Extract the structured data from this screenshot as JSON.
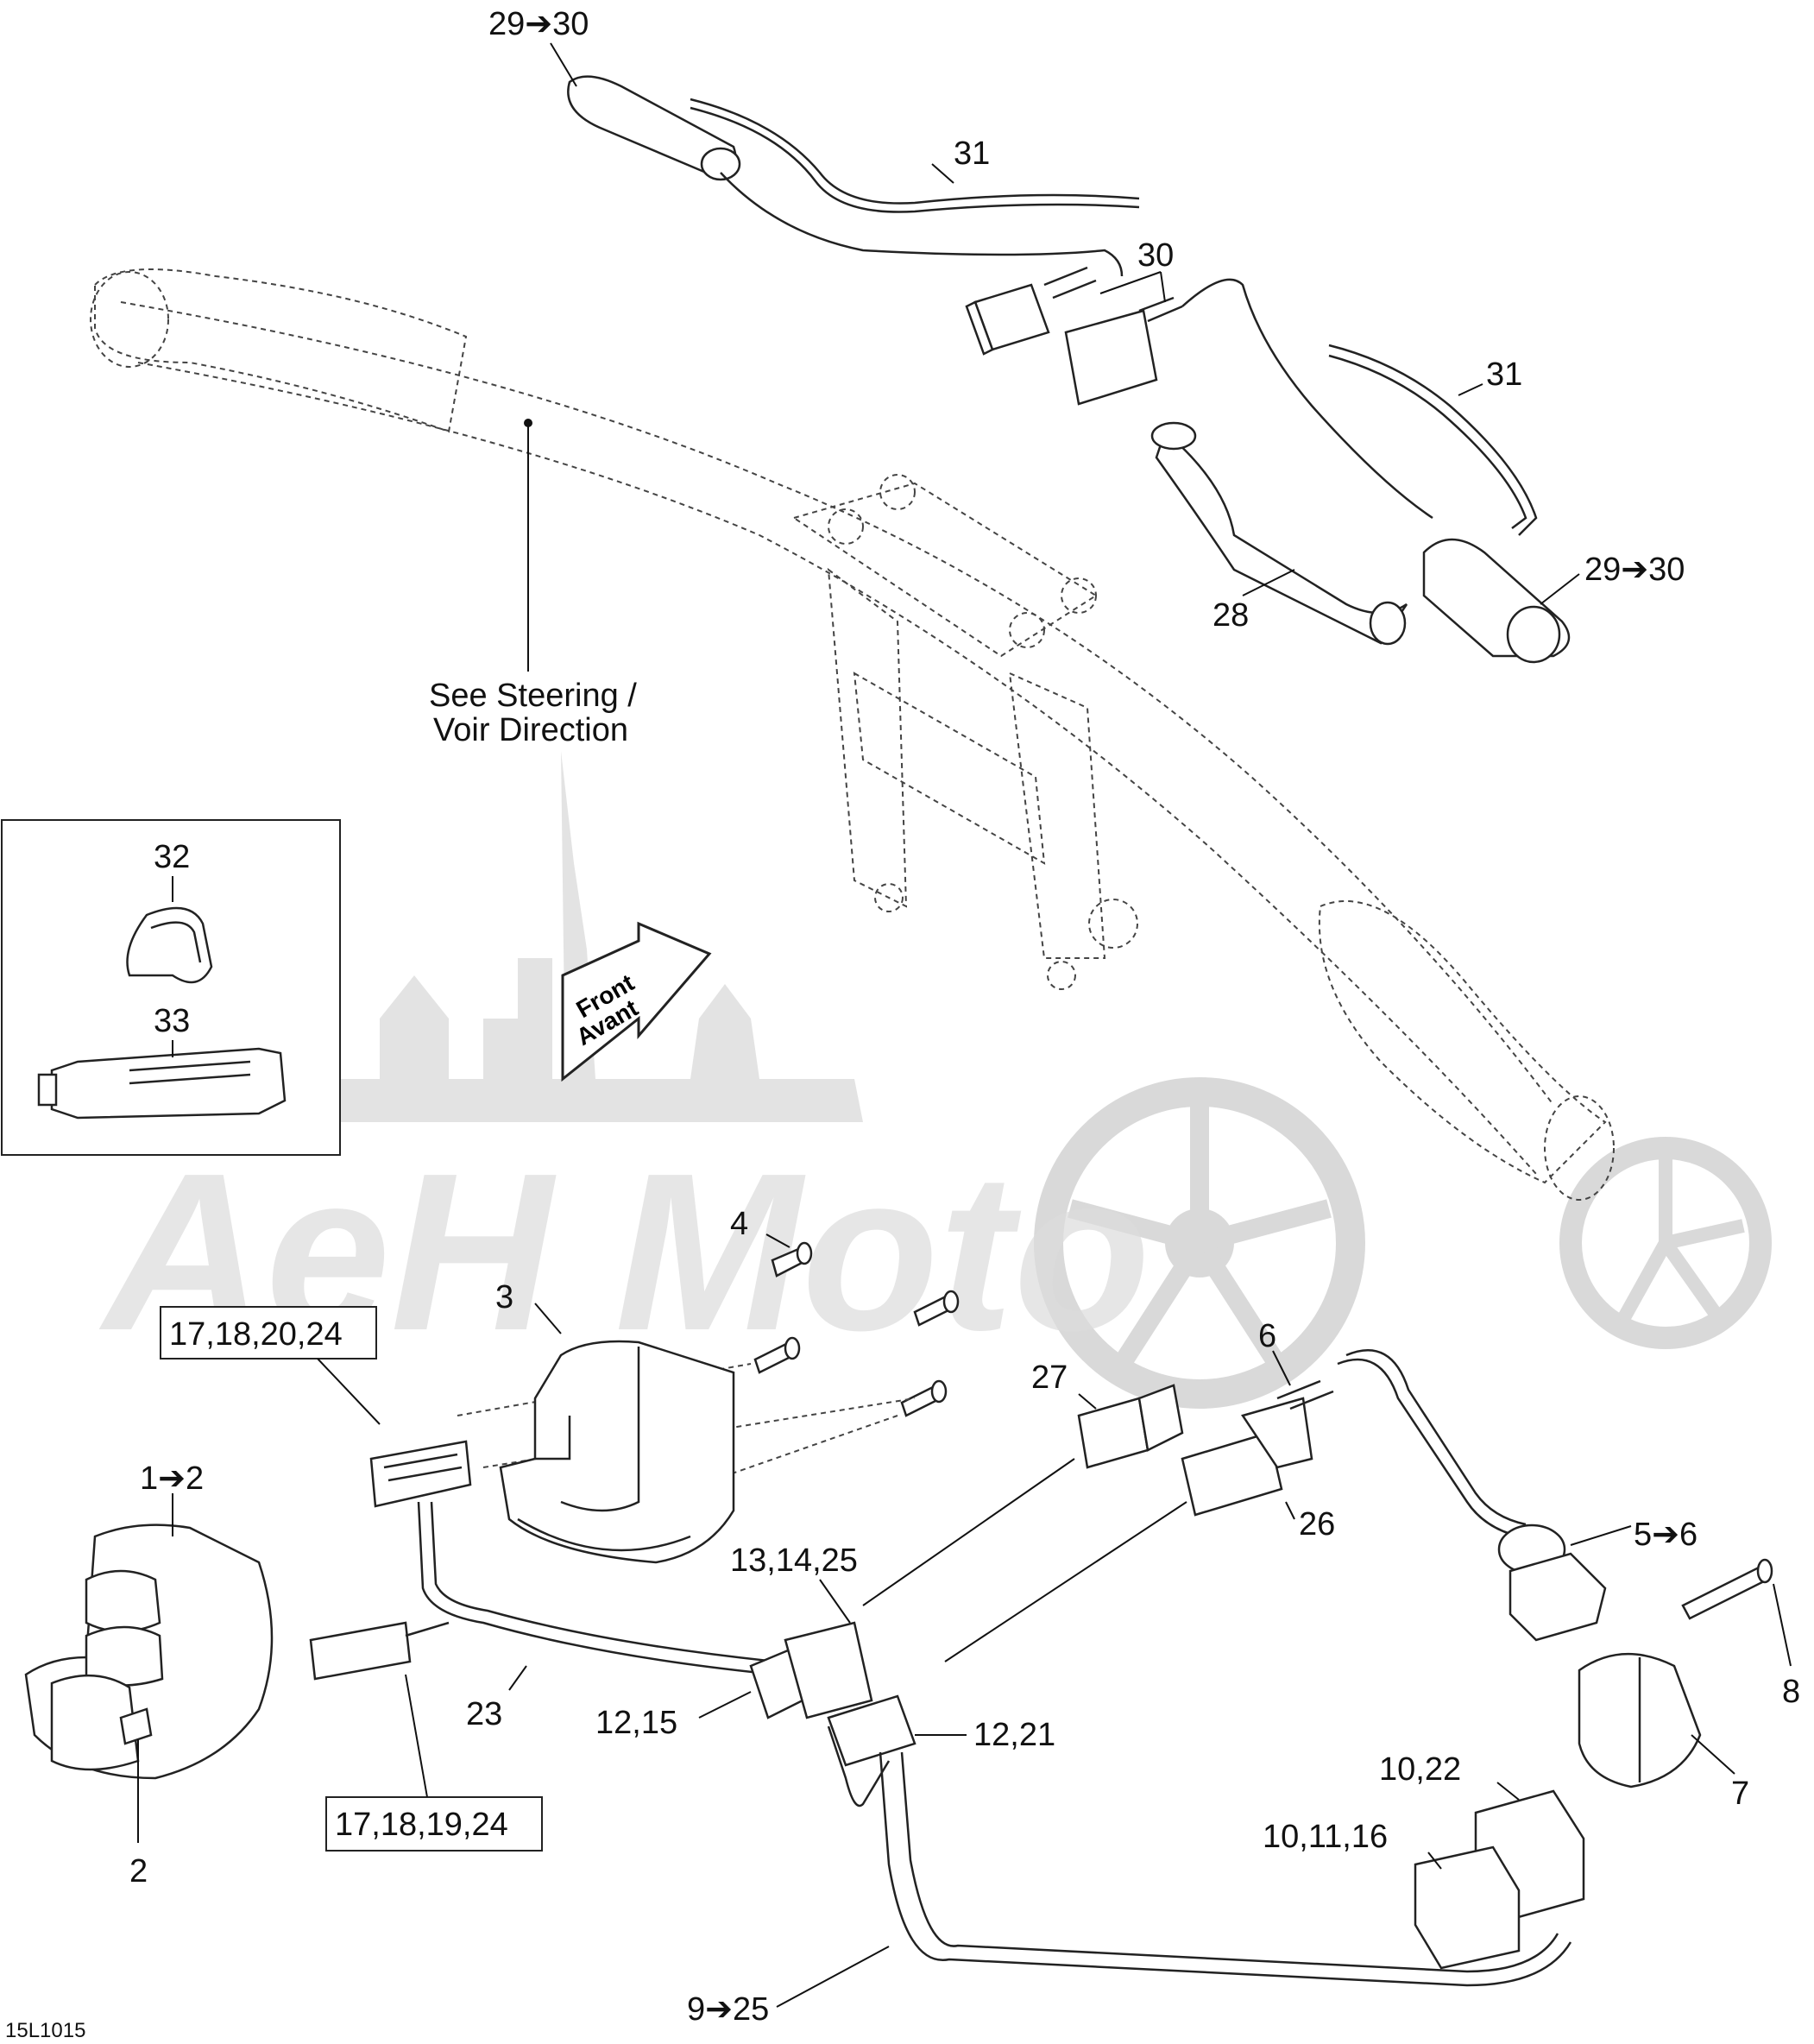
{
  "drawing_code": "15L1015",
  "watermark_text": "AeH Moto",
  "note": {
    "line1": "See Steering /",
    "line2": "Voir Direction"
  },
  "front_arrow": {
    "line1": "Front",
    "line2": "Avant"
  },
  "inset_labels": {
    "a": "32",
    "b": "33"
  },
  "labels": {
    "grip_top": "29➔30",
    "wire_top": "31",
    "connector_30": "30",
    "wire_right": "31",
    "grip_right": "29➔30",
    "bar_28": "28",
    "screw_4": "4",
    "housing_3": "3",
    "box_1": "17,18,20,24",
    "conn_27": "27",
    "term_6": "6",
    "conn_26": "26",
    "switch_1": "1➔2",
    "mid_13": "13,14,25",
    "switch_5": "5➔6",
    "harness_23": "23",
    "conn_12_15": "12,15",
    "conn_12_21": "12,21",
    "pin_8": "8",
    "button_2": "2",
    "box_2": "17,18,19,24",
    "knob_7": "7",
    "conn_10_22": "10,22",
    "conn_10_11": "10,11,16",
    "harness_9": "9➔25"
  }
}
